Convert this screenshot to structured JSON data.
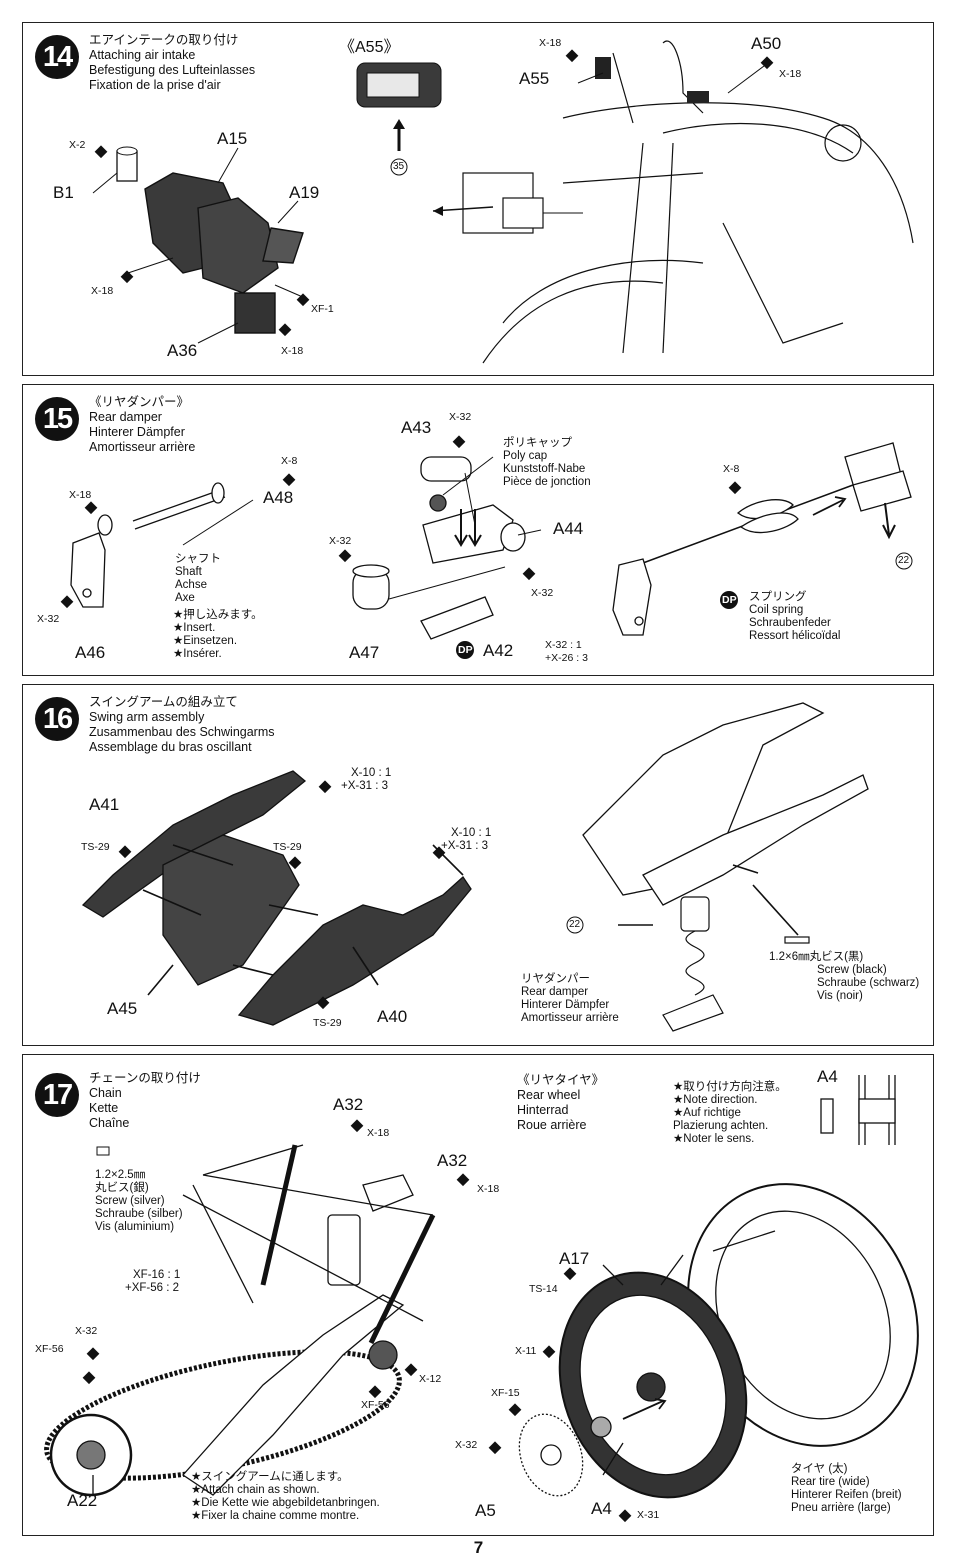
{
  "page_number": "7",
  "steps": [
    {
      "number": "14",
      "titles": [
        "エアインテークの取り付け",
        "Attaching air intake",
        "Befestigung des Lufteinlasses",
        "Fixation de la prise d'air"
      ],
      "inset_label": "《A55》",
      "inset_ref": "35",
      "parts": [
        "A15",
        "B1",
        "A19",
        "A36",
        "A55",
        "A50"
      ],
      "fasteners": [
        "X-2",
        "X-18",
        "XF-1",
        "X-18",
        "X-18",
        "X-18"
      ]
    },
    {
      "number": "15",
      "titles": [
        "《リヤダンパー》",
        "Rear damper",
        "Hinterer Dämpfer",
        "Amortisseur arrière"
      ],
      "parts": [
        "A48",
        "A46",
        "A43",
        "A44",
        "A47",
        "A42"
      ],
      "fasteners": [
        "X-8",
        "X-18",
        "X-32",
        "X-32",
        "X-32",
        "X-8"
      ],
      "shaft": [
        "シャフト",
        "Shaft",
        "Achse",
        "Axe"
      ],
      "insert": [
        "★押し込みます。",
        "★Insert.",
        "★Einsetzen.",
        "★Insérer."
      ],
      "polycap": [
        "ポリキャップ",
        "Poly cap",
        "Kunststoff-Nabe",
        "Pièce de jonction"
      ],
      "a42_paint": "X-32 : 1\n+X-26 : 3",
      "spring": [
        "スプリング",
        "Coil spring",
        "Schraubenfeder",
        "Ressort hélicoïdal"
      ],
      "ref": "22",
      "dp": "DP"
    },
    {
      "number": "16",
      "titles": [
        "スイングアームの組み立て",
        "Swing arm assembly",
        "Zusammenbau des Schwingarms",
        "Assemblage du bras oscillant"
      ],
      "parts": [
        "A41",
        "A45",
        "A40"
      ],
      "fasteners": [
        "TS-29",
        "TS-29",
        "TS-29"
      ],
      "paint1": [
        "X-10 : 1",
        "+X-31 : 3"
      ],
      "paint2": [
        "X-10 : 1",
        "+X-31 : 3"
      ],
      "screw": [
        "1.2×6㎜丸ビス(黒)",
        "Screw (black)",
        "Schraube (schwarz)",
        "Vis (noir)"
      ],
      "damper": [
        "リヤダンパー",
        "Rear damper",
        "Hinterer Dämpfer",
        "Amortisseur arrière"
      ],
      "ref": "22"
    },
    {
      "number": "17",
      "titles": [
        "チェーンの取り付け",
        "Chain",
        "Kette",
        "Chaîne"
      ],
      "screw": [
        "1.2×2.5㎜",
        "丸ビス(銀)",
        "Screw (silver)",
        "Schraube (silber)",
        "Vis (aluminium)"
      ],
      "paint": [
        "XF-16 : 1",
        "+XF-56 : 2"
      ],
      "parts": [
        "A32",
        "A32",
        "A22",
        "A17",
        "A5",
        "A4",
        "A4"
      ],
      "fasteners": [
        "X-18",
        "X-18",
        "X-32",
        "XF-56",
        "X-12",
        "XF-56",
        "TS-14",
        "X-11",
        "XF-15",
        "X-32",
        "X-31"
      ],
      "swingnote": [
        "★スイングアームに通します。",
        "★Attach chain as shown.",
        "★Die Kette wie abgebildetanbringen.",
        "★Fixer la chaine comme montre."
      ],
      "rearwheel": [
        "《リヤタイヤ》",
        "Rear wheel",
        "Hinterrad",
        "Roue arrière"
      ],
      "direction": [
        "★取り付け方向注意。",
        "★Note direction.",
        "★Auf richtige",
        "Plazierung achten.",
        "★Noter le sens."
      ],
      "tire": [
        "タイヤ (太)",
        "Rear tire (wide)",
        "Hinterer Reifen (breit)",
        "Pneu arrière (large)"
      ]
    }
  ]
}
